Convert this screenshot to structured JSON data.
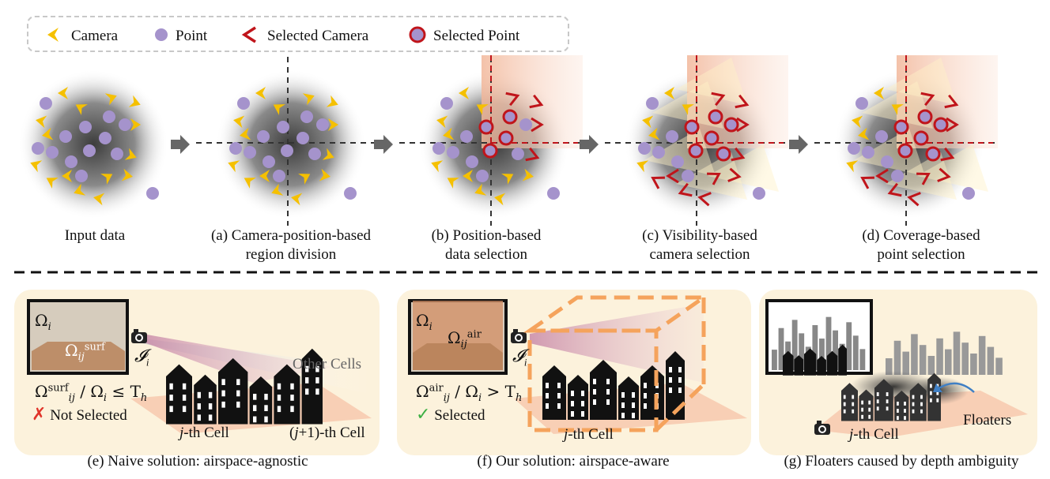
{
  "legend": {
    "camera": "Camera",
    "point": "Point",
    "selected_camera": "Selected Camera",
    "selected_point": "Selected Point"
  },
  "steps": [
    {
      "caption_line1": "Input data",
      "caption_line2": ""
    },
    {
      "caption_line1": "(a) Camera-position-based",
      "caption_line2": "region division"
    },
    {
      "caption_line1": "(b) Position-based",
      "caption_line2": "data selection"
    },
    {
      "caption_line1": "(c) Visibility-based",
      "caption_line2": "camera selection"
    },
    {
      "caption_line1": "(d) Coverage-based",
      "caption_line2": "point selection"
    }
  ],
  "panel_e": {
    "caption": "(e) Naive solution: airspace-agnostic",
    "omega": "Ω",
    "omega_sub": "i",
    "region": "Ω",
    "region_sub": "ij",
    "region_sup": "surf",
    "image_label": "𝓘",
    "image_sub": "i",
    "condition": "Ω",
    "condition_sup": "surf",
    "condition_sub": "ij",
    "condition_rest": " / Ω",
    "condition_rest_sub": "i",
    "condition_op": " ≤  T",
    "condition_op_sub": "h",
    "status_mark": "✗",
    "status": "Not Selected",
    "other_cells": "Other Cells",
    "cell_label": "j",
    "cell_suffix": "-th Cell",
    "next_cell_prefix": "(",
    "next_cell_j": "j",
    "next_cell_suffix": "+1)-th Cell"
  },
  "panel_f": {
    "caption": "(f) Our solution: airspace-aware",
    "omega": "Ω",
    "omega_sub": "i",
    "region": "Ω",
    "region_sub": "ij",
    "region_sup": "air",
    "image_label": "𝓘",
    "image_sub": "i",
    "condition": "Ω",
    "condition_sup": "air",
    "condition_sub": "ij",
    "condition_rest": " / Ω",
    "condition_rest_sub": "i",
    "condition_op": " > T",
    "condition_op_sub": "h",
    "status_mark": "✓",
    "status": "Selected",
    "cell_label": "j",
    "cell_suffix": "-th Cell"
  },
  "panel_g": {
    "caption": "(g) Floaters caused by depth ambiguity",
    "floaters": "Floaters",
    "cell_label": "j",
    "cell_suffix": "-th Cell"
  },
  "colors": {
    "camera": "#f5c000",
    "point": "#a593cc",
    "selected_camera": "#c0151b",
    "selected_point_fill": "#a593cc",
    "selected_point_ring": "#c0151b",
    "panel_bg": "#fcf2dc",
    "cell_plane": "#f7c9ae",
    "airspace_box": "#f5a35c",
    "frustum": "#c98aa8"
  }
}
